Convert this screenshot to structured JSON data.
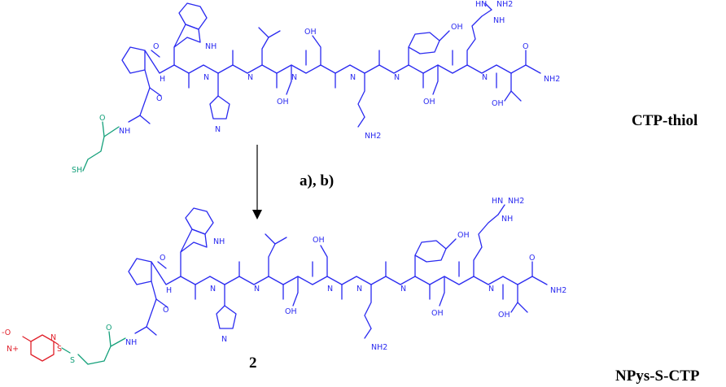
{
  "top_compound": {
    "name": "CTP-thiol"
  },
  "reaction": {
    "conditions": "a), b)"
  },
  "bottom_compound": {
    "number": "2",
    "name": "NPys-S-CTP"
  },
  "atom_labels": {
    "nh": "NH",
    "h": "H",
    "n": "N",
    "o": "O",
    "oh": "OH",
    "nh2": "NH2",
    "hn": "HN",
    "sh": "SH",
    "s": "S",
    "no2_minus": "-O",
    "no2_plus": "N+"
  },
  "colors": {
    "peptide": "#2a2af0",
    "linker": "#14a07a",
    "pyridyl": "#e0202a",
    "text": "#000000"
  }
}
